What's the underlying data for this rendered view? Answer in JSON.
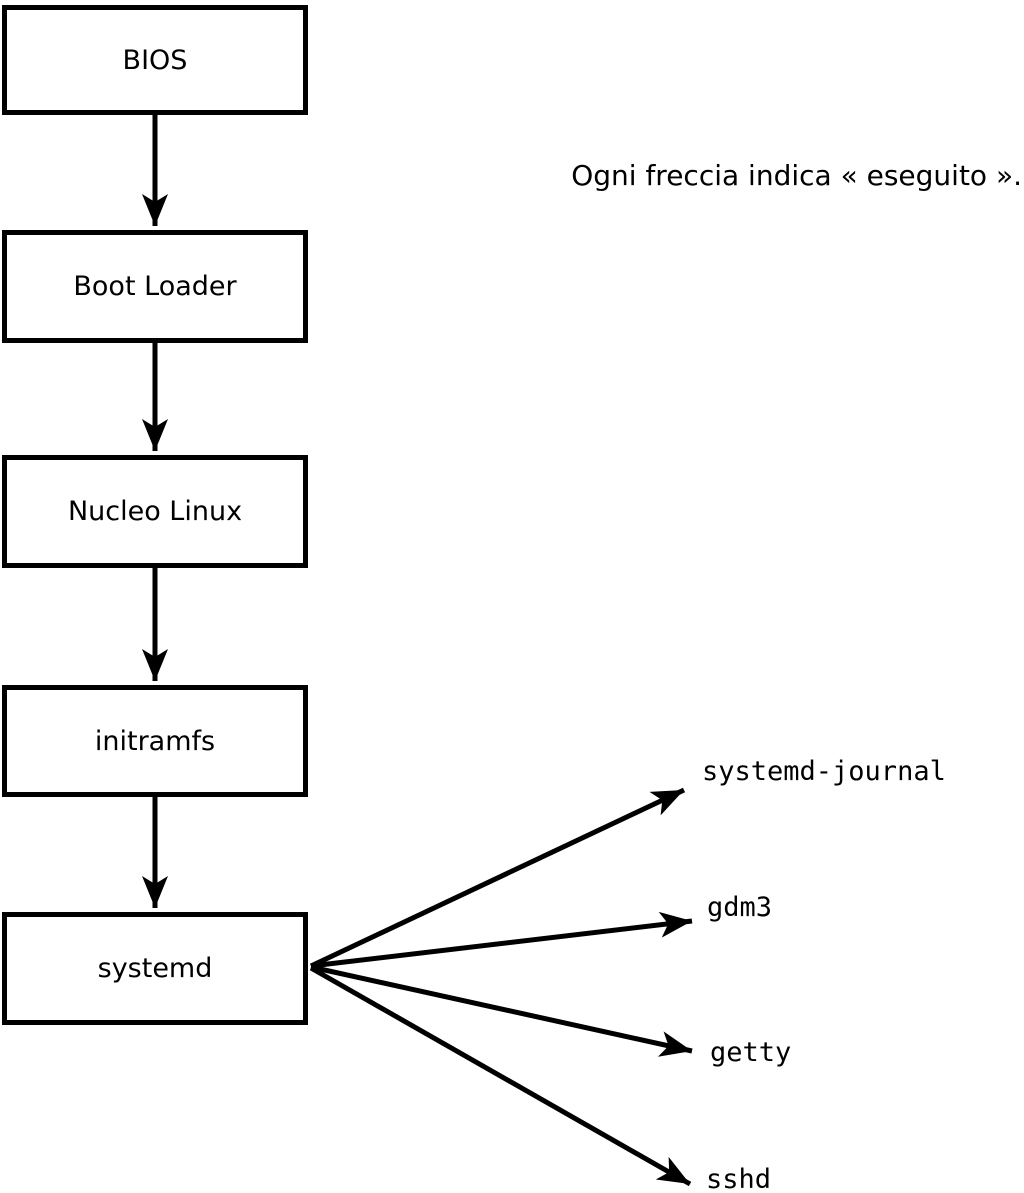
{
  "diagram": {
    "caption": "Ogni freccia indica « eseguito ».",
    "boxes": [
      {
        "id": "bios",
        "label": "BIOS"
      },
      {
        "id": "boot-loader",
        "label": "Boot Loader"
      },
      {
        "id": "kernel",
        "label": "Nucleo Linux"
      },
      {
        "id": "initramfs",
        "label": "initramfs"
      },
      {
        "id": "systemd",
        "label": "systemd"
      }
    ],
    "spawned_processes": [
      {
        "id": "systemd-journal",
        "label": "systemd-journal"
      },
      {
        "id": "gdm3",
        "label": "gdm3"
      },
      {
        "id": "getty",
        "label": "getty"
      },
      {
        "id": "sshd",
        "label": "sshd"
      }
    ],
    "colors": {
      "line": "#000000",
      "background": "#ffffff",
      "box_fill": "#ffffff",
      "text": "#000000"
    }
  }
}
